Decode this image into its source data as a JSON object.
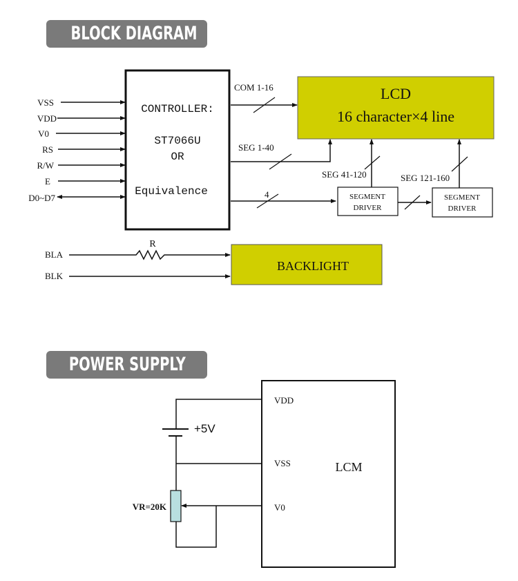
{
  "sections": {
    "block_diagram": {
      "title": "BLOCK DIAGRAM"
    },
    "power_supply": {
      "title": "POWER SUPPLY"
    }
  },
  "block_diagram": {
    "input_pins": [
      {
        "label": "VSS",
        "direction": "in"
      },
      {
        "label": "VDD",
        "direction": "in"
      },
      {
        "label": "V0",
        "direction": "in"
      },
      {
        "label": "RS",
        "direction": "in"
      },
      {
        "label": "R/W",
        "direction": "in"
      },
      {
        "label": "E",
        "direction": "in"
      },
      {
        "label": "D0~D7",
        "direction": "bidirectional"
      }
    ],
    "controller": {
      "line1": "CONTROLLER:",
      "line2": "ST7066U",
      "line3": "OR",
      "line4": "Equivalence"
    },
    "lcd": {
      "line1": "LCD",
      "line2": "16 character×4 line",
      "fill_color": "#d0cf00"
    },
    "buses": {
      "com": "COM 1-16",
      "seg1": "SEG 1-40",
      "driver_bus": "4",
      "seg2": "SEG 41-120",
      "seg3": "SEG 121-160"
    },
    "segment_drivers": [
      {
        "line1": "SEGMENT",
        "line2": "DRIVER"
      },
      {
        "line1": "SEGMENT",
        "line2": "DRIVER"
      }
    ],
    "backlight": {
      "pins": [
        "BLA",
        "BLK"
      ],
      "resistor_label": "R",
      "label": "BACKLIGHT",
      "fill_color": "#d0cf00"
    }
  },
  "power_supply": {
    "battery_label": "+5V",
    "pot_label": "VR=20K",
    "pot_fill_color": "#b8dfe0",
    "lcm": {
      "label": "LCM",
      "pins": [
        "VDD",
        "VSS",
        "V0"
      ]
    }
  }
}
